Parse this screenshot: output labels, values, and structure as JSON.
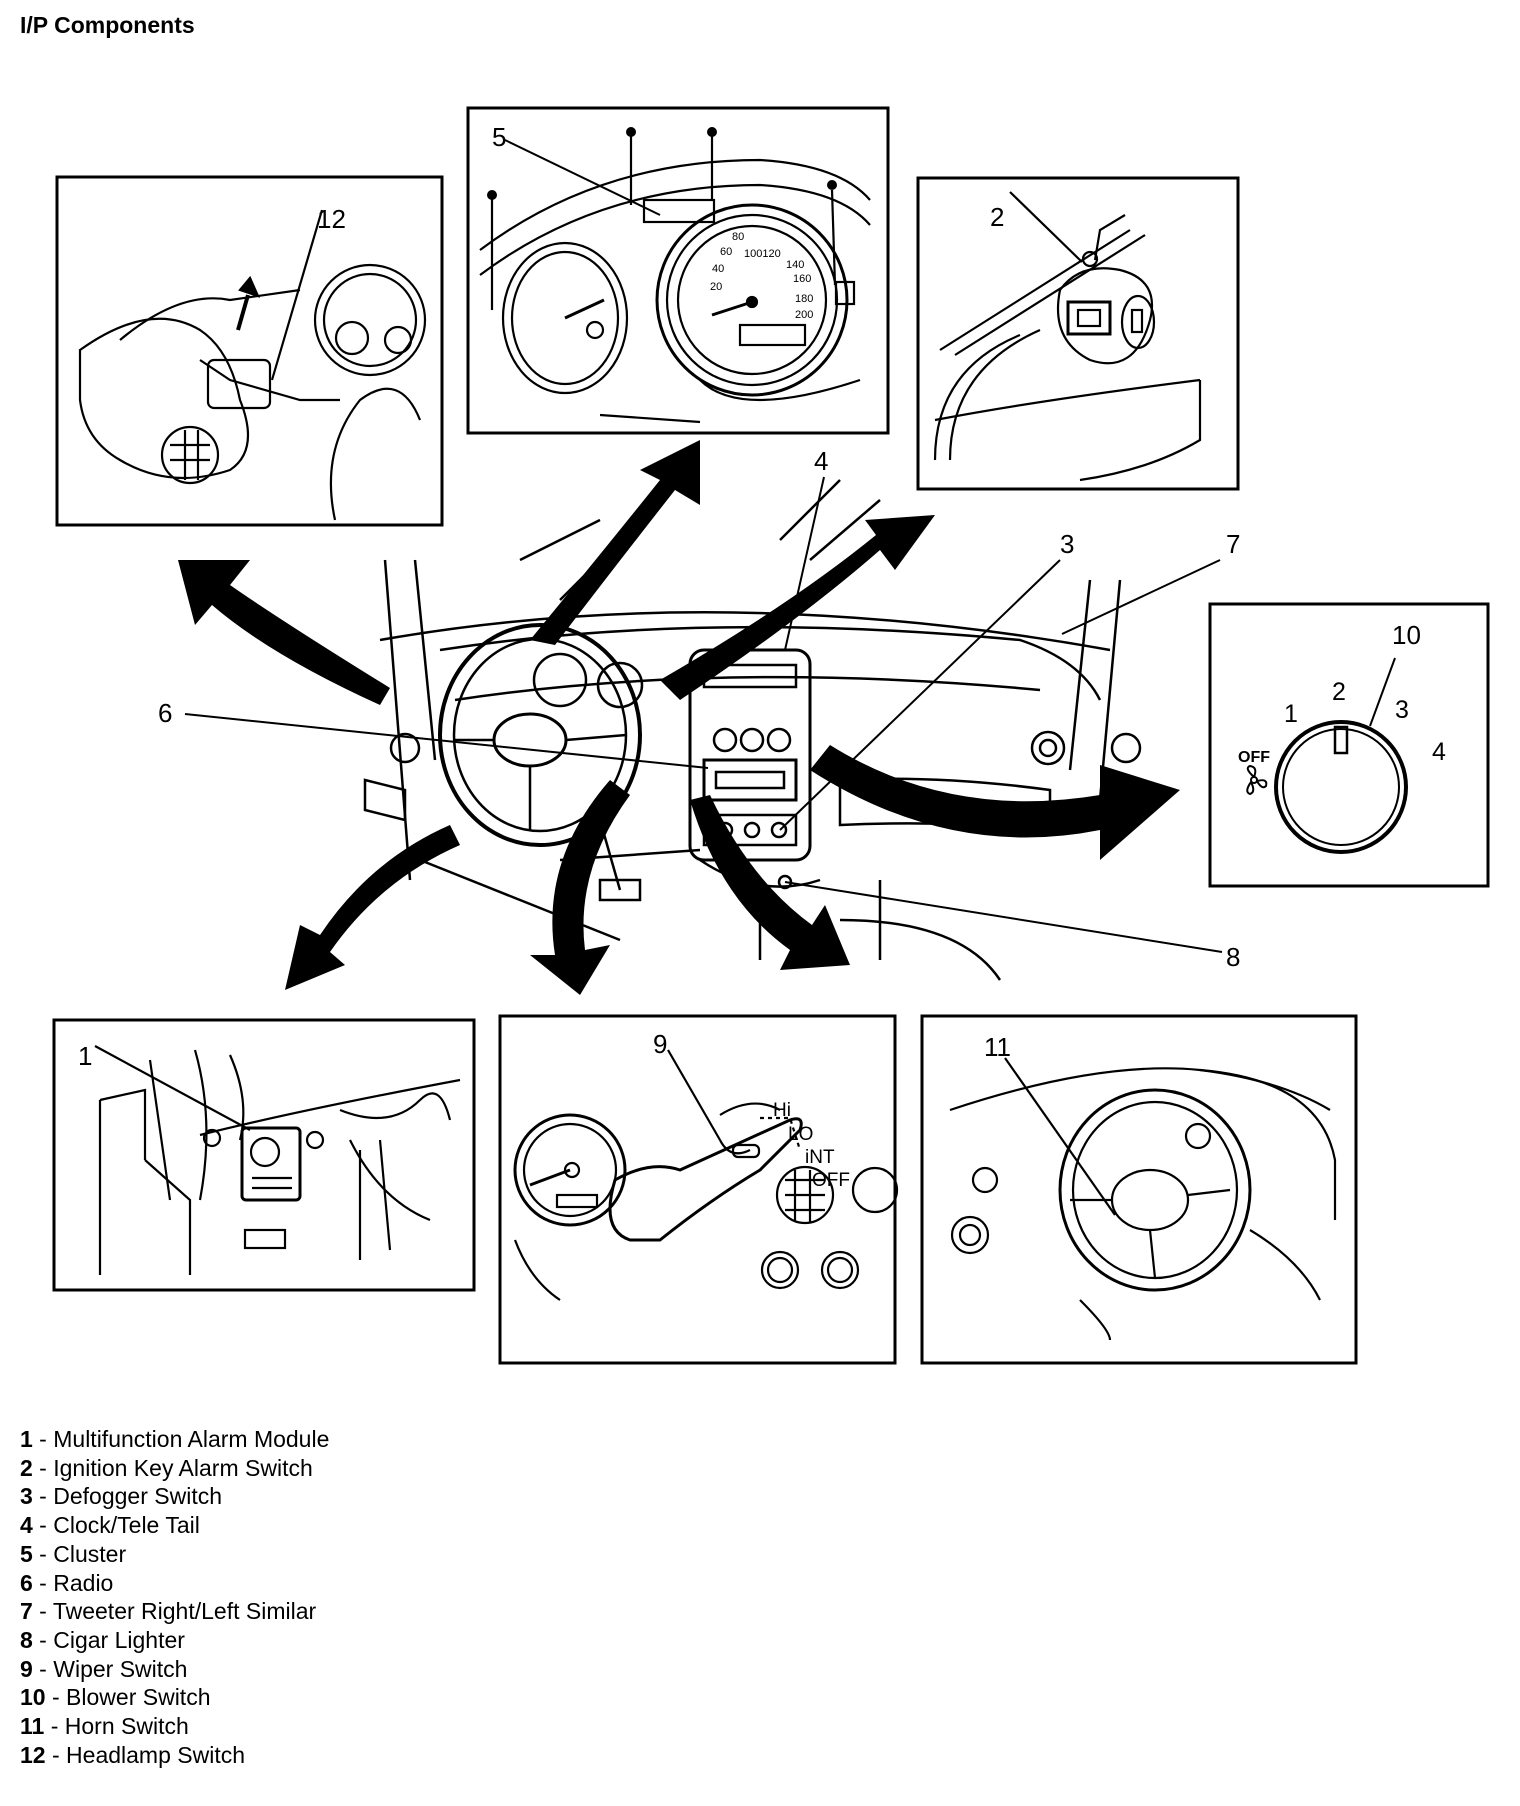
{
  "title": "I/P Components",
  "callouts": {
    "c1": "1",
    "c2": "2",
    "c3": "3",
    "c4": "4",
    "c5": "5",
    "c6": "6",
    "c7": "7",
    "c8": "8",
    "c9": "9",
    "c10": "10",
    "c11": "11",
    "c12": "12"
  },
  "blower_panel": {
    "pos1": "1",
    "pos2": "2",
    "pos3": "3",
    "pos4": "4",
    "off": "OFF"
  },
  "wiper_panel": {
    "hi": "Hi",
    "lo": "LO",
    "int": "iNT",
    "off": "OFF"
  },
  "legend": [
    {
      "num": "1",
      "label": "Multifunction Alarm Module"
    },
    {
      "num": "2",
      "label": "Ignition Key Alarm Switch"
    },
    {
      "num": "3",
      "label": "Defogger Switch"
    },
    {
      "num": "4",
      "label": "Clock/Tele Tail"
    },
    {
      "num": "5",
      "label": "Cluster"
    },
    {
      "num": "6",
      "label": "Radio"
    },
    {
      "num": "7",
      "label": "Tweeter Right/Left Similar"
    },
    {
      "num": "8",
      "label": "Cigar Lighter"
    },
    {
      "num": "9",
      "label": "Wiper Switch"
    },
    {
      "num": "10",
      "label": "Blower Switch"
    },
    {
      "num": "11",
      "label": "Horn Switch"
    },
    {
      "num": "12",
      "label": "Headlamp Switch"
    }
  ]
}
